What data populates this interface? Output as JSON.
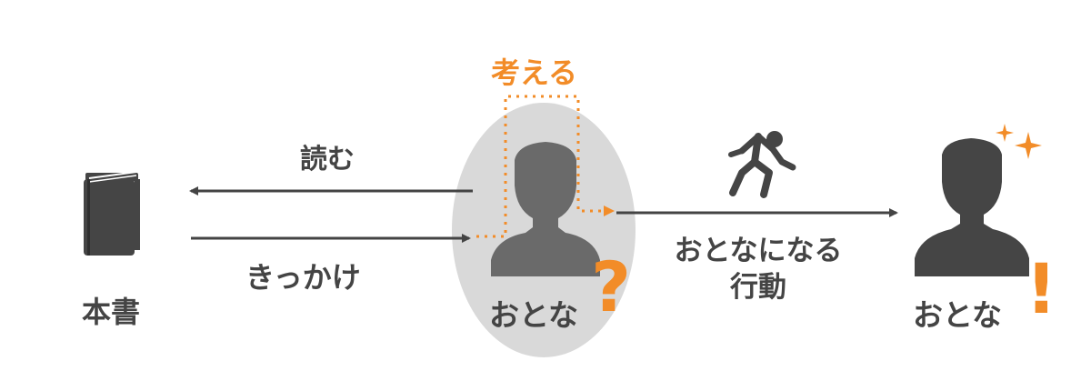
{
  "labels": {
    "read": "読む",
    "trigger": "きっかけ",
    "book": "本書",
    "think": "考える",
    "adult_q": "おとな",
    "action_line1": "おとなになる",
    "action_line2": "行動",
    "adult_final": "おとな"
  },
  "marks": {
    "question": "?",
    "exclaim": "!"
  },
  "colors": {
    "accent": "#f28c28",
    "dark": "#454545",
    "person_mid": "#6a6a6a",
    "ellipse": "#d9d9d9",
    "arrow": "#444444"
  },
  "icons": {
    "book": "book-icon",
    "person_mid": "person-silhouette-icon",
    "person_final": "person-silhouette-icon",
    "runner": "running-person-icon",
    "sparkle": "sparkle-icon"
  }
}
